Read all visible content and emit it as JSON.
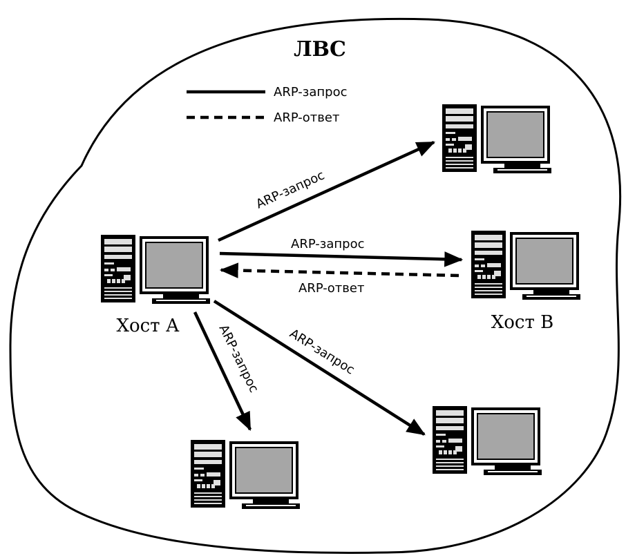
{
  "diagram": {
    "title": "ЛВС",
    "legend": {
      "request": "ARP-запрос",
      "reply": "ARP-ответ"
    },
    "hosts": {
      "a": "Хост А",
      "b": "Хост В"
    },
    "arrows": {
      "to_top_right": "ARP-запрос",
      "to_host_b": "ARP-запрос",
      "reply_from_b": "ARP-ответ",
      "to_bottom_right": "ARP-запрос",
      "to_bottom": "ARP-запрос"
    },
    "colors": {
      "ink": "#000000",
      "screen": "#a6a6a6",
      "background": "#ffffff"
    }
  }
}
